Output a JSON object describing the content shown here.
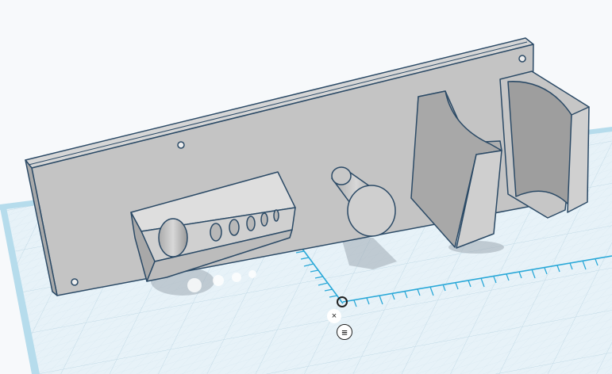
{
  "app": {
    "type": "3d-modeling-workplane"
  },
  "colors": {
    "background": "#f7f9fb",
    "grid_fill": "#e6f2f8",
    "grid_line": "#c5dce8",
    "grid_edge": "#a8d4e8",
    "ruler": "#29a8d8",
    "shape_face": "#c8c8c8",
    "shape_top": "#dcdcdc",
    "shape_edge": "#2b4a66"
  },
  "controls": {
    "close_glyph": "×",
    "menu_glyph": "≡"
  },
  "scene": {
    "objects": [
      "backplate",
      "tool-holder-block",
      "hook-peg",
      "cylinder-clamp-left",
      "cylinder-clamp-right"
    ]
  }
}
